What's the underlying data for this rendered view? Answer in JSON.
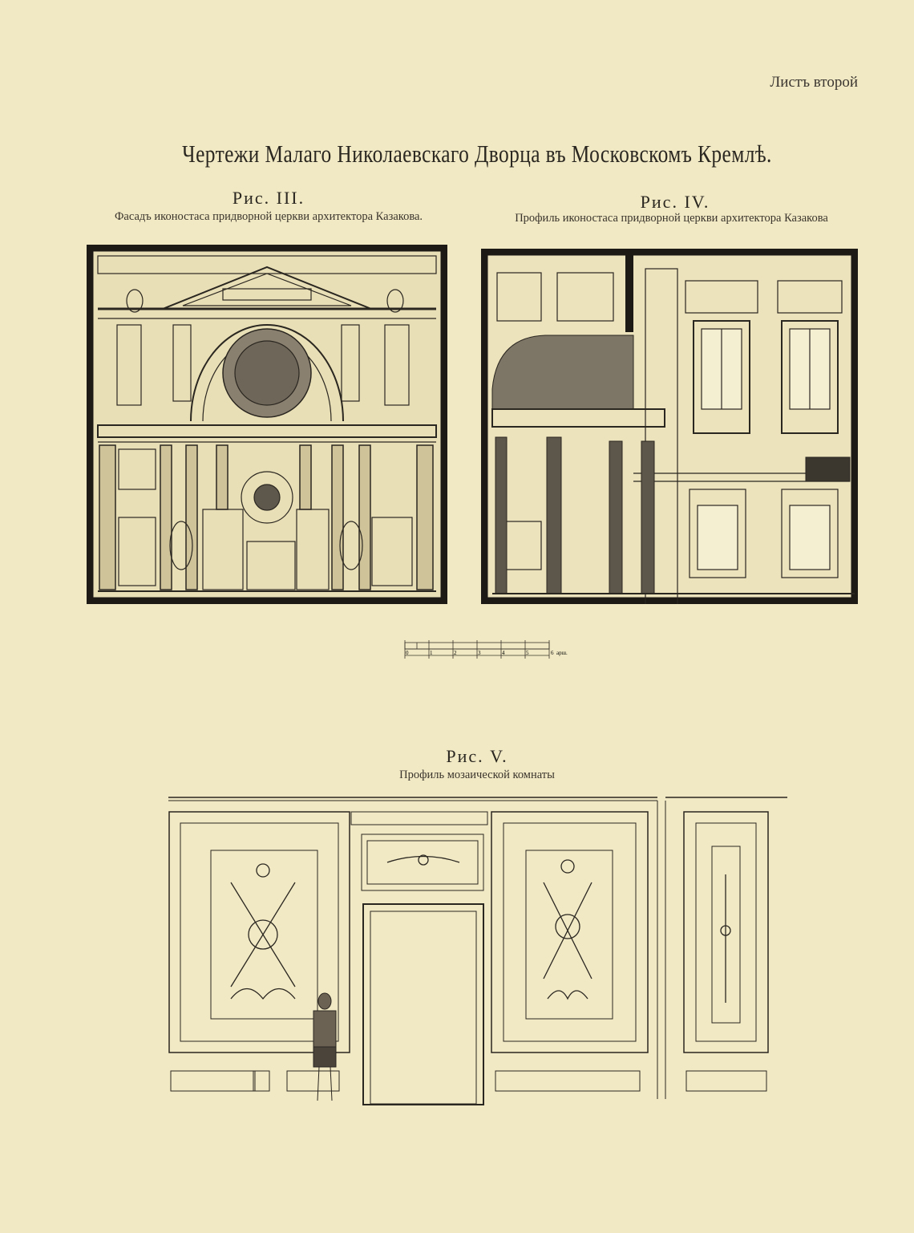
{
  "sheet_label": "Листъ второй",
  "title": "Чертежи Малаго Николаевскаго Дворца въ Московскомъ Кремлѣ.",
  "figures": [
    {
      "label": "Рис. III.",
      "caption": "Фасадъ иконостаса придворной церкви архитектора Казакова."
    },
    {
      "label": "Рис. IV.",
      "caption": "Профиль иконостаса придворной церкви архитектора Казакова"
    },
    {
      "label": "Рис. V.",
      "caption": "Профиль мозаической комнаты"
    }
  ],
  "scale_bar": {
    "ticks": [
      "0",
      "1",
      "2",
      "3",
      "4",
      "5",
      "6"
    ],
    "unit": "арш."
  },
  "colors": {
    "paper": "#f1e9c4",
    "ink": "#2a2620"
  }
}
